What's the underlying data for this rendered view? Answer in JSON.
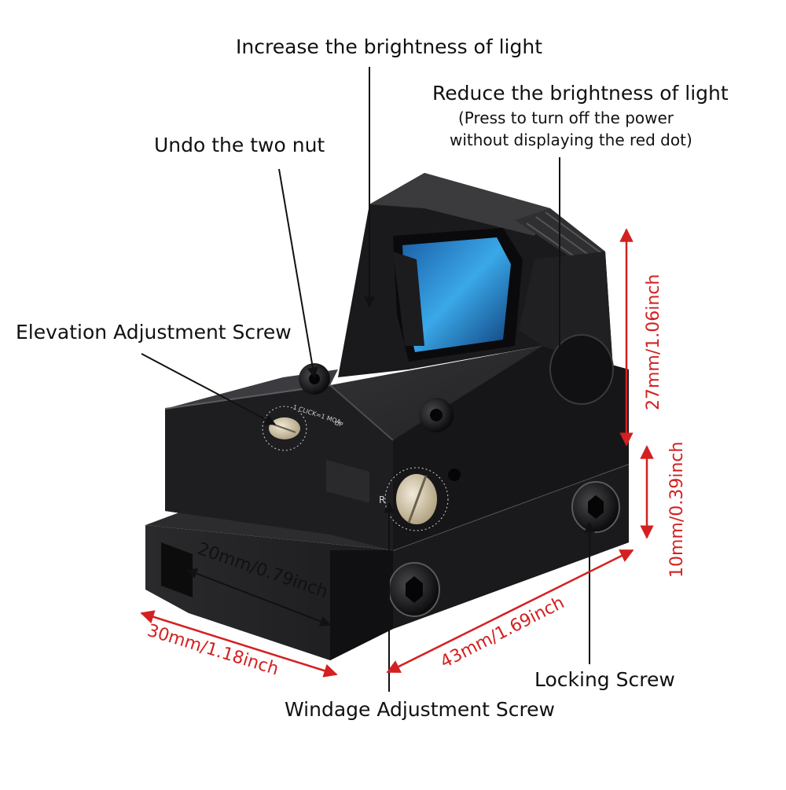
{
  "callouts": {
    "increase_brightness": "Increase the brightness of light",
    "reduce_brightness": "Reduce the brightness of light",
    "reduce_note_1": "(Press to turn off the power",
    "reduce_note_2": "without displaying the red dot)",
    "undo_nut": "Undo the two nut",
    "elevation_screw": "Elevation Adjustment Screw",
    "locking_screw": "Locking Screw",
    "windage_screw": "Windage Adjustment Screw"
  },
  "dimensions": {
    "height_top": "27mm/1.06inch",
    "height_mount": "10mm/0.39inch",
    "width_rail": "20mm/0.79inch",
    "depth_base": "30mm/1.18inch",
    "length_base": "43mm/1.69inch"
  },
  "engraving": {
    "click_text": "1 CLICK=1 MOA",
    "up_text": "UP",
    "r_text": "R"
  },
  "colors": {
    "dimension_red": "#d42020",
    "label_black": "#111111",
    "body_dark": "#1c1c1e",
    "lens_blue": "#3aa8e8"
  }
}
